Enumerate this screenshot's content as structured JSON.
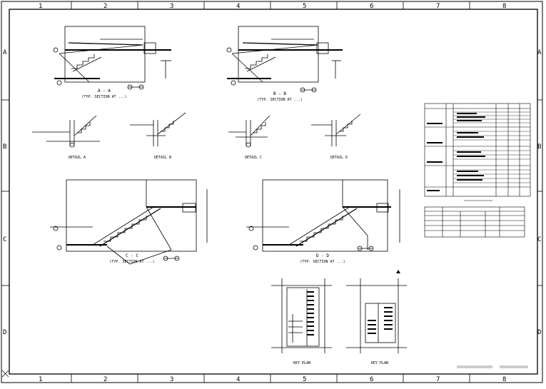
{
  "grid": {
    "columns": [
      "1",
      "2",
      "3",
      "4",
      "5",
      "6",
      "7",
      "8"
    ],
    "rows": [
      "A",
      "B",
      "C",
      "D"
    ]
  },
  "sections": [
    {
      "title": "A - A",
      "subtitle": "(TYP. SECTION AT ...)"
    },
    {
      "title": "B - B",
      "subtitle": "(TYP. SECTION AT ...)"
    },
    {
      "title": "C - C",
      "subtitle": "(TYP. SECTION AT ...)"
    },
    {
      "title": "D - D",
      "subtitle": "(TYP. SECTION AT ...)"
    }
  ],
  "details": [
    "DETAIL A",
    "DETAIL B",
    "DETAIL C",
    "DETAIL D"
  ],
  "key_plans": [
    "KEY PLAN",
    "KEY PLAN"
  ],
  "colors": {
    "ink": "#000000",
    "paper": "#ffffff"
  }
}
